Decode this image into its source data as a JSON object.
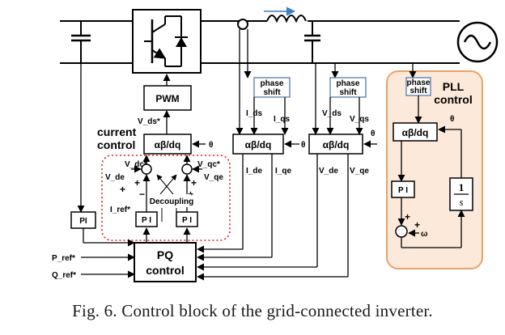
{
  "labels": {
    "pwm": "PWM",
    "vds_star": "V_ds*",
    "current_control_1": "current",
    "current_control_2": "control",
    "abdq": "αβ/dq",
    "theta": "θ",
    "vdc_star": "V_dc*",
    "vqc_star": "V_qc*",
    "vde": "V_de",
    "vqe": "V_qe",
    "decoupling": "Decoupling",
    "iref_star": "I_ref*",
    "pi": "PI",
    "pi_spaced": "P I",
    "plus": "+",
    "minus": "−",
    "phase": "phase",
    "shift": "shift",
    "ids": "I_ds",
    "iqs": "I_qs",
    "vds": "V_ds",
    "vqs": "V_qs",
    "ide": "I_de",
    "iqe": "I_qe",
    "pll_1": "PLL",
    "pll_2": "control",
    "one": "1",
    "s": "s",
    "omega": "ω",
    "pref": "P_ref*",
    "qref": "Q_ref*",
    "pq_1": "PQ",
    "pq_2": "control"
  },
  "caption": "Fig. 6. Control block of the grid-connected inverter.",
  "colors": {
    "line": "#000000",
    "pll_fill": "#fde9d9",
    "pll_border": "#e8a36a",
    "current_border": "#e02020",
    "phase_shift_border": "#4a6fa5",
    "flow_arrow": "#3a7fc1"
  },
  "icons": {
    "inverter": "igbt-switch-icon",
    "grid": "ac-source-icon",
    "inductor": "inductor-icon",
    "capacitor": "capacitor-icon"
  }
}
